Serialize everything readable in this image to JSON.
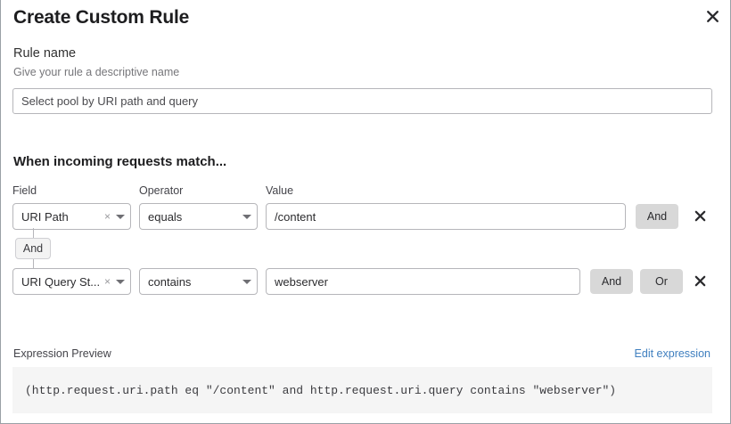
{
  "dialog": {
    "title": "Create Custom Rule",
    "close_icon": "close-icon"
  },
  "rule_name": {
    "label": "Rule name",
    "help": "Give your rule a descriptive name",
    "value": "Select pool by URI path and query",
    "placeholder": "Select pool by URI path and query"
  },
  "conditions": {
    "heading": "When incoming requests match...",
    "columns": {
      "field": "Field",
      "operator": "Operator",
      "value": "Value"
    },
    "connector": {
      "label": "And"
    },
    "rows": [
      {
        "field": "URI Path",
        "field_clear": "×",
        "operator": "equals",
        "value": "/content",
        "buttons": [
          "And"
        ],
        "delete_icon": "delete-icon"
      },
      {
        "field": "URI Query St...",
        "field_clear": "×",
        "operator": "contains",
        "value": "webserver",
        "buttons": [
          "And",
          "Or"
        ],
        "delete_icon": "delete-icon"
      }
    ]
  },
  "expression": {
    "label": "Expression Preview",
    "edit_link": "Edit expression",
    "code": "(http.request.uri.path eq \"/content\" and http.request.uri.query contains \"webserver\")"
  },
  "colors": {
    "link": "#3f7fbf",
    "logic_button_bg": "#d8d8d8",
    "expr_bg": "#f5f5f5",
    "border": "#b6b6ba"
  }
}
